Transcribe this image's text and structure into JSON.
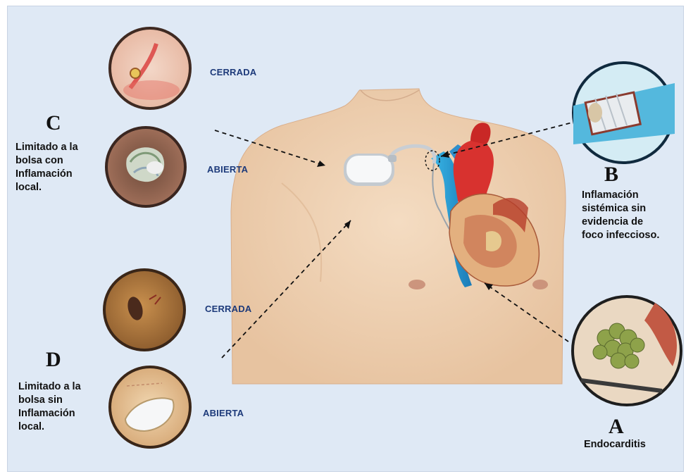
{
  "sections": {
    "A": {
      "letter": "A",
      "description": "Endocarditis"
    },
    "B": {
      "letter": "B",
      "lines": [
        "Inflamación",
        "sistémica sin",
        "evidencia de",
        "foco infeccioso."
      ]
    },
    "C": {
      "letter": "C",
      "lines": [
        "Limitado a la",
        "bolsa con",
        "Inflamación",
        "local."
      ],
      "states": [
        "CERRADA",
        "ABIERTA"
      ]
    },
    "D": {
      "letter": "D",
      "lines": [
        "Limitado a la",
        "bolsa sin",
        "Inflamación",
        "local."
      ],
      "states": [
        "CERRADA",
        "ABIERTA"
      ]
    }
  },
  "colors": {
    "background": "#dfe9f5",
    "state_label": "#1d3a7a",
    "skin": "#efcfb0",
    "heart": "#d8322f",
    "vein": "#4a8fd0"
  }
}
